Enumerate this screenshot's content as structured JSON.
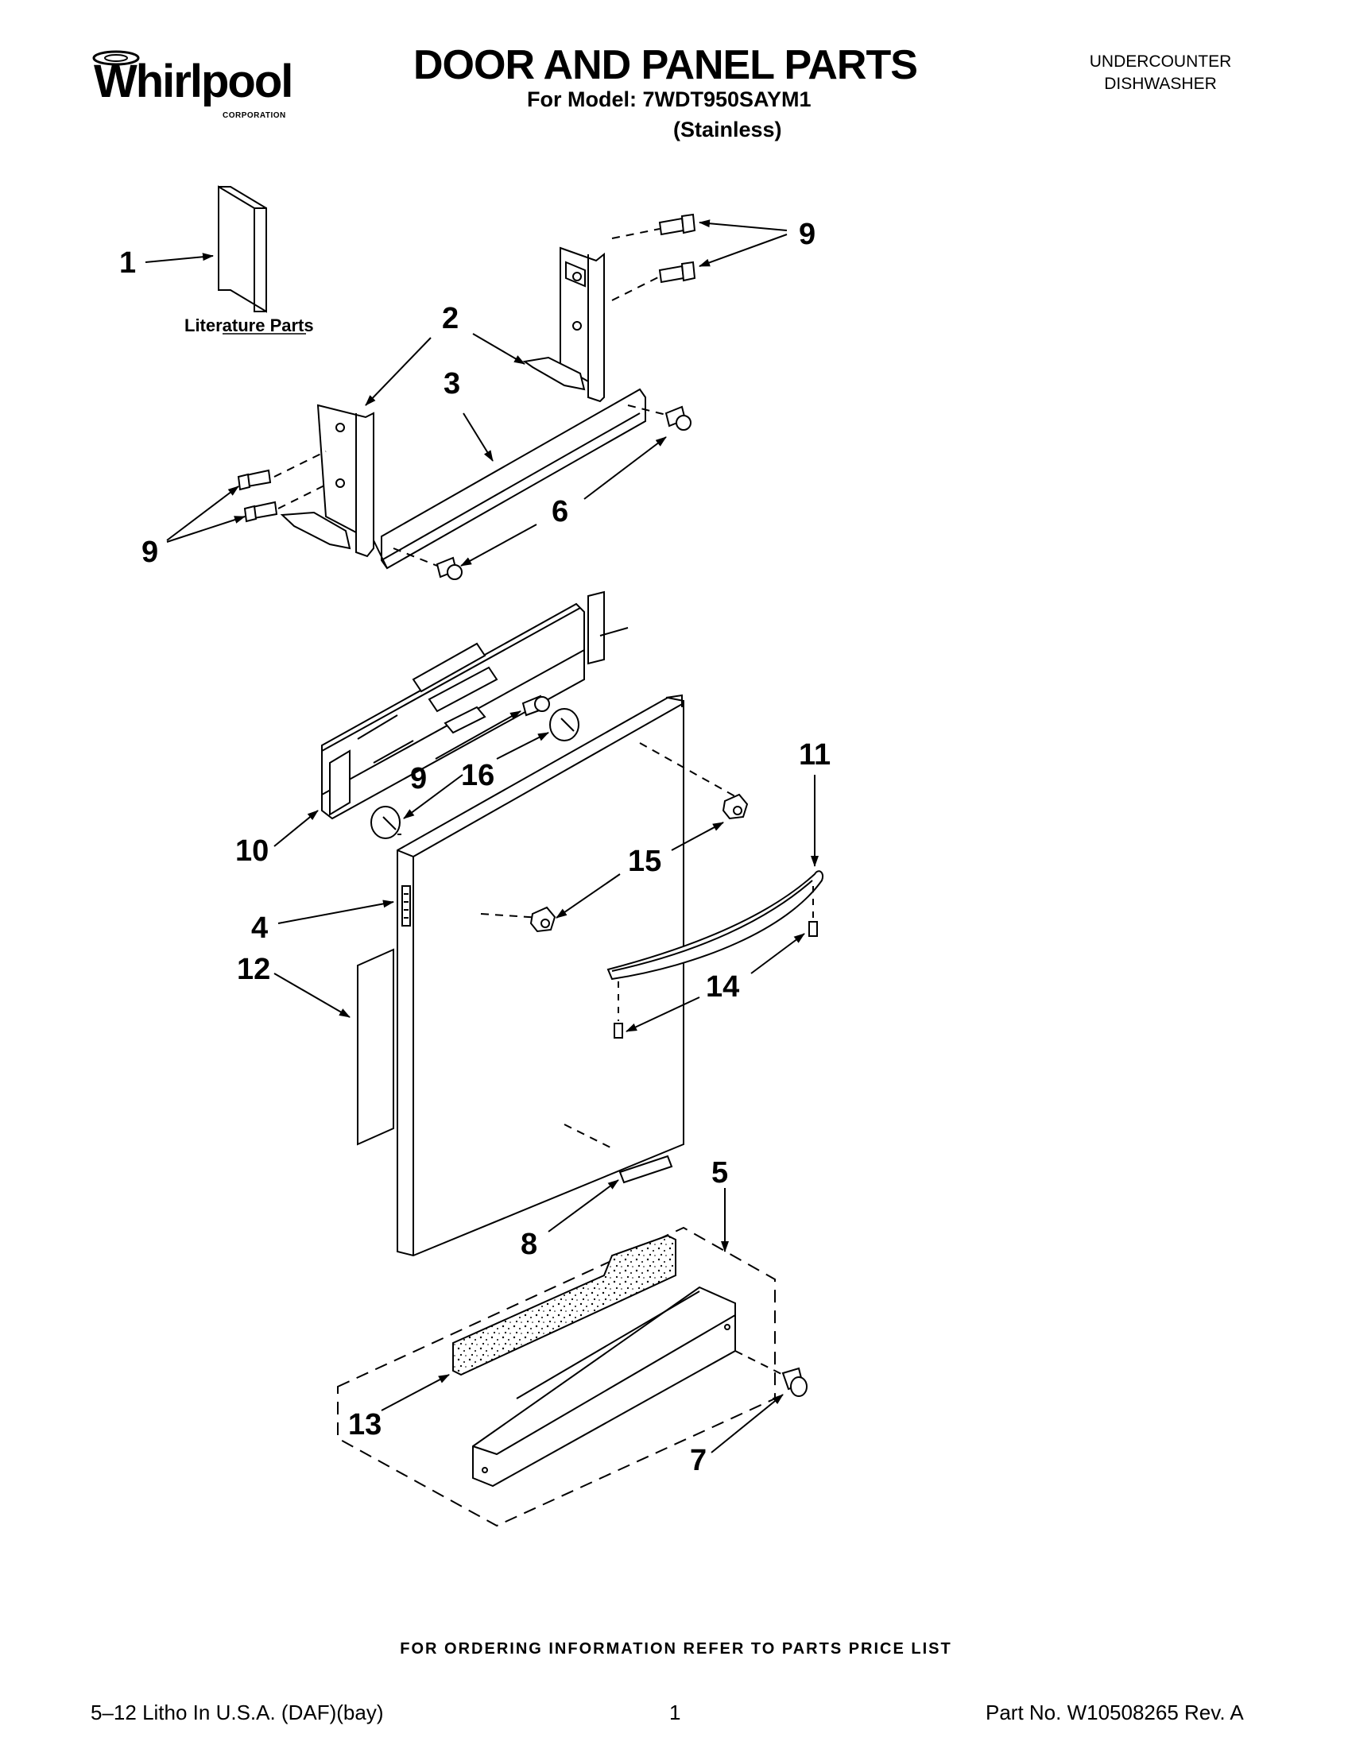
{
  "header": {
    "brand": "Whirlpool",
    "brand_sub": "CORPORATION",
    "title": "DOOR AND PANEL PARTS",
    "model": "For Model: 7WDT950SAYM1",
    "variant": "(Stainless)",
    "category_line1": "UNDERCOUNTER",
    "category_line2": "DISHWASHER"
  },
  "diagram": {
    "literature_label": "Literature Parts",
    "callouts": {
      "c1": "1",
      "c2": "2",
      "c3": "3",
      "c4": "4",
      "c5": "5",
      "c6": "6",
      "c7": "7",
      "c8": "8",
      "c9a": "9",
      "c9b": "9",
      "c9c": "9",
      "c10": "10",
      "c11": "11",
      "c12": "12",
      "c13": "13",
      "c14": "14",
      "c15": "15",
      "c16": "16"
    }
  },
  "footer": {
    "note": "FOR ORDERING INFORMATION REFER TO PARTS PRICE LIST",
    "left": "5–12 Litho In U.S.A. (DAF)(bay)",
    "page": "1",
    "right": "Part No. W10508265 Rev. A"
  }
}
